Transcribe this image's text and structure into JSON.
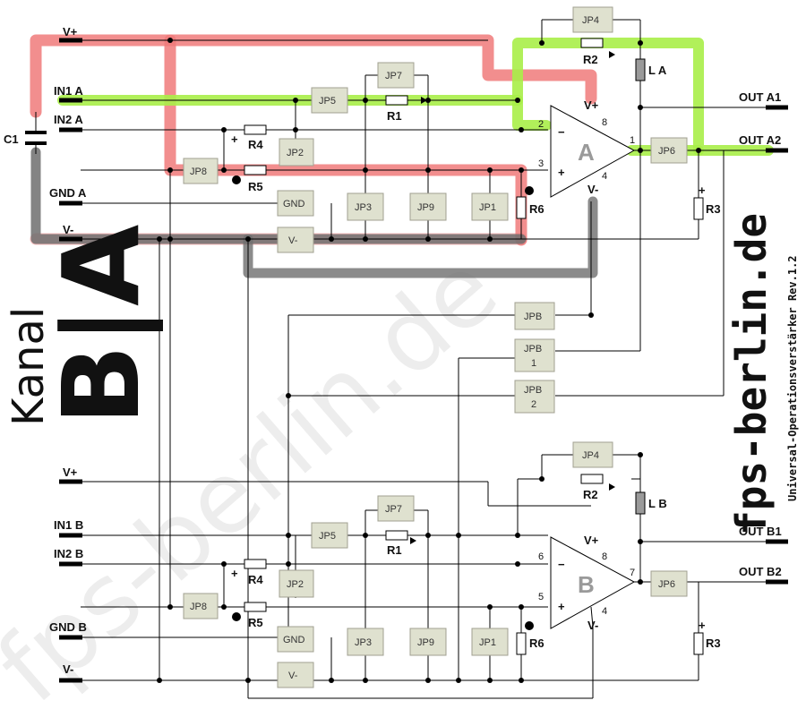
{
  "watermark": "fps-berlin.de",
  "branding": {
    "site": "fps-berlin.de",
    "subtitle": "Universal-Operationsverstärker Rev.1.2"
  },
  "channel": {
    "word": "Kanal",
    "letters": "B|A"
  },
  "capacitor": "C1",
  "channel_a": {
    "amp_letter": "A",
    "labels": {
      "vplus": "V+",
      "in1": "IN1 A",
      "in2": "IN2 A",
      "gnd": "GND A",
      "vminus": "V-"
    },
    "outputs": [
      "OUT A1",
      "OUT A2"
    ],
    "pins": {
      "inv": "2",
      "noninv": "3",
      "out": "1",
      "vp": "8",
      "vm": "4",
      "vp_label": "V+",
      "vm_label": "V-"
    },
    "inductor": "L A"
  },
  "channel_b": {
    "amp_letter": "B",
    "labels": {
      "vplus": "V+",
      "in1": "IN1 B",
      "in2": "IN2 B",
      "gnd": "GND B",
      "vminus": "V-"
    },
    "outputs": [
      "OUT B1",
      "OUT B2"
    ],
    "pins": {
      "inv": "6",
      "noninv": "5",
      "out": "7",
      "vp": "8",
      "vm": "4",
      "vp_label": "V+",
      "vm_label": "V-"
    },
    "inductor": "L B"
  },
  "components": {
    "resistors": [
      "R1",
      "R2",
      "R3",
      "R4",
      "R5",
      "R6"
    ],
    "jumpers": [
      "JP1",
      "JP2",
      "JP3",
      "JP4",
      "JP5",
      "JP6",
      "JP7",
      "JP8",
      "JP9",
      "GND",
      "V-"
    ],
    "bridges": [
      [
        "JPB"
      ],
      [
        "JPB",
        "1"
      ],
      [
        "JPB",
        "2"
      ]
    ]
  },
  "signs": {
    "plus": "+",
    "minus": "−"
  },
  "colors": {
    "red": "#f07a7a",
    "green": "#a8ee48",
    "gray": "#6e6e6e",
    "jumper_fill": "#dfe1cf"
  }
}
